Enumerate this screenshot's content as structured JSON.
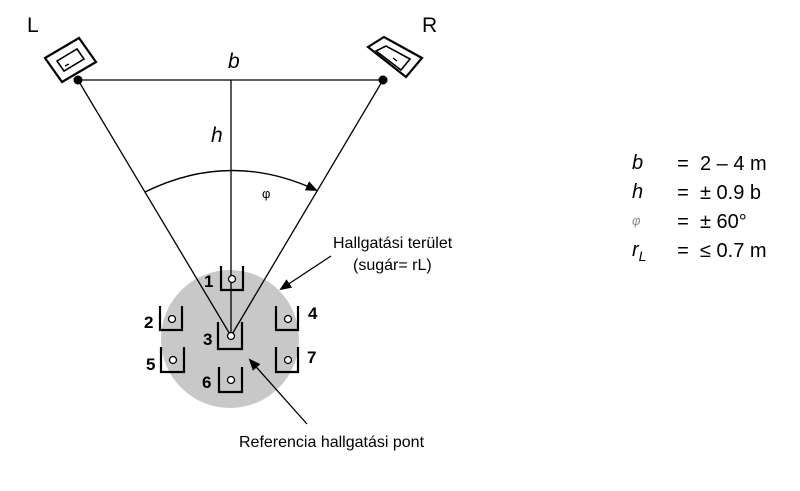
{
  "speakers": {
    "left_label": "L",
    "right_label": "R"
  },
  "dimensions": {
    "base_label": "b",
    "height_label": "h",
    "angle_label": "φ"
  },
  "annotations": {
    "listening_area_line1": "Hallgatási terület",
    "listening_area_line2": "(sugár= rL)",
    "reference_point": "Referencia hallgatási pont"
  },
  "seats": [
    {
      "number": "1"
    },
    {
      "number": "2"
    },
    {
      "number": "3"
    },
    {
      "number": "4"
    },
    {
      "number": "5"
    },
    {
      "number": "6"
    },
    {
      "number": "7"
    }
  ],
  "legend": [
    {
      "symbol": "b",
      "sub": "",
      "eq": "=",
      "value": "2 – 4 m"
    },
    {
      "symbol": "h",
      "sub": "",
      "eq": "=",
      "value": "± 0.9 b"
    },
    {
      "symbol": "φ",
      "sub": "",
      "eq": "=",
      "value": "± 60°"
    },
    {
      "symbol": "r",
      "sub": "L",
      "eq": "=",
      "value": "≤ 0.7 m"
    }
  ],
  "colors": {
    "listening_area_fill": "#c8c8c8",
    "line": "#000000"
  }
}
